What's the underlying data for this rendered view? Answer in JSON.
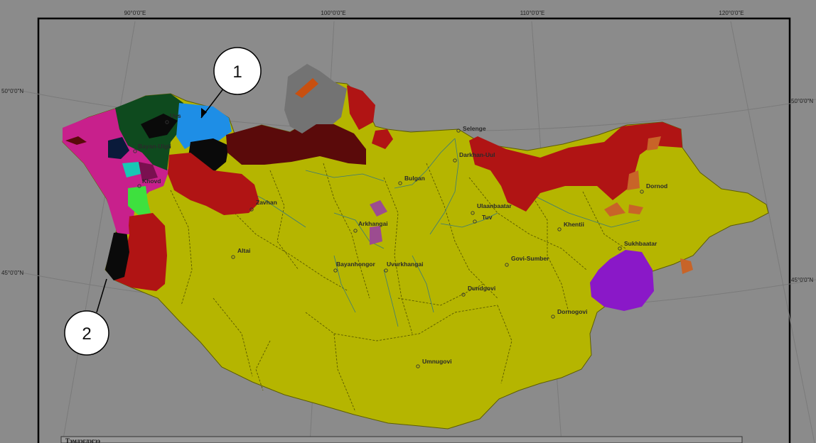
{
  "grid": {
    "longitudes": [
      "90°0'0\"E",
      "100°0'0\"E",
      "110°0'0\"E",
      "120°0'0\"E"
    ],
    "latitudes_left": [
      "50°0'0\"N",
      "45°0'0\"N"
    ],
    "latitudes_right": [
      "50°0'0\"N",
      "45°0'0\"N"
    ]
  },
  "places": [
    {
      "name": "Selenge"
    },
    {
      "name": "Darkhan-Uul"
    },
    {
      "name": "Bulgan"
    },
    {
      "name": "Zavhan"
    },
    {
      "name": "Ulaanbaatar"
    },
    {
      "name": "Tuv"
    },
    {
      "name": "Arkhangai"
    },
    {
      "name": "Dornod"
    },
    {
      "name": "Khentii"
    },
    {
      "name": "Sukhbaatar"
    },
    {
      "name": "Altai"
    },
    {
      "name": "Bayanhongor"
    },
    {
      "name": "Uvurkhangai"
    },
    {
      "name": "Govi-Sumber"
    },
    {
      "name": "Dundgovi"
    },
    {
      "name": "Dornogovi"
    },
    {
      "name": "Umnugovi"
    },
    {
      "name": "Uvs"
    },
    {
      "name": "Bayan-Ulgii"
    },
    {
      "name": "Khovd"
    }
  ],
  "callouts": [
    {
      "label": "1"
    },
    {
      "label": "2"
    }
  ],
  "legend": {
    "title": "Тэмдэглэгээ"
  },
  "colors": {
    "background": "#8b8b8b",
    "land": "#b5b500",
    "dark_red": "#5a0a0a",
    "red": "#b01414",
    "magenta": "#c8208c",
    "dark_green": "#0e4a1e",
    "blue": "#1e8ee6",
    "purple": "#8a18c8",
    "grey": "#737373",
    "cyan": "#18c8b4",
    "green": "#3ee03e",
    "orange": "#c86428",
    "mauve": "#9c4c90",
    "black": "#0a0a0a"
  }
}
